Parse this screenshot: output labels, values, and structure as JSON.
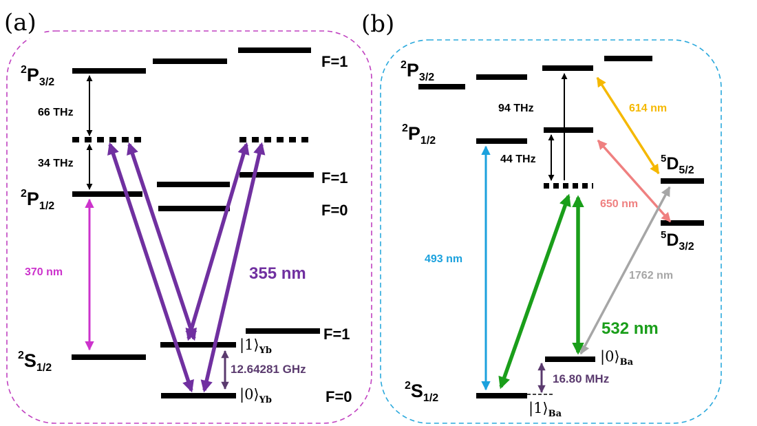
{
  "colors": {
    "panel_a_border": "#c040c0",
    "panel_b_border": "#29a8dc",
    "level": "#000000",
    "magenta": "#cc33cc",
    "purple": "#7030a0",
    "dark_purple": "#5a3a6e",
    "blue": "#1ba1dd",
    "green": "#1a9e1a",
    "yellow": "#f5b800",
    "salmon": "#ef8080",
    "gray": "#a6a6a6"
  },
  "panel_a": {
    "tag": "(a)",
    "p32": {
      "main": "P",
      "sup": "2",
      "sub": "3/2"
    },
    "p12": {
      "main": "P",
      "sub_sup": "2",
      "sub": "1/2"
    },
    "s12": {
      "main": "S",
      "sup": "2",
      "sub": "1/2"
    },
    "f_top": "F=1",
    "f_p_upper": "F=1",
    "f_p_lower": "F=0",
    "f_s_upper": "F=1",
    "f_s_lower": "F=0",
    "gap_66": "66 THz",
    "gap_34": "34 THz",
    "wl_370": "370 nm",
    "wl_355": "355 nm",
    "hf_split": "12.64281 GHz",
    "ket1": "|1⟩",
    "ket1_sub": "Yb",
    "ket0": "|0⟩",
    "ket0_sub": "Yb"
  },
  "panel_b": {
    "tag": "(b)",
    "p32": {
      "main": "P",
      "sup": "2",
      "sub": "3/2"
    },
    "p12": {
      "main": "P",
      "sup": "2",
      "sub": "1/2"
    },
    "s12": {
      "main": "S",
      "sup": "2",
      "sub": "1/2"
    },
    "d52": {
      "main": "D",
      "sup": "5",
      "sub": "5/2"
    },
    "d32": {
      "main": "D",
      "sup": "5",
      "sub": "3/2"
    },
    "gap_94": "94 THz",
    "gap_44": "44 THz",
    "wl_614": "614 nm",
    "wl_650": "650 nm",
    "wl_493": "493 nm",
    "wl_1762": "1762 nm",
    "wl_532": "532 nm",
    "zeeman_split": "16.80 MHz",
    "ket0": "|0⟩",
    "ket0_sub": "Ba",
    "ket1": "|1⟩",
    "ket1_sub": "Ba"
  }
}
